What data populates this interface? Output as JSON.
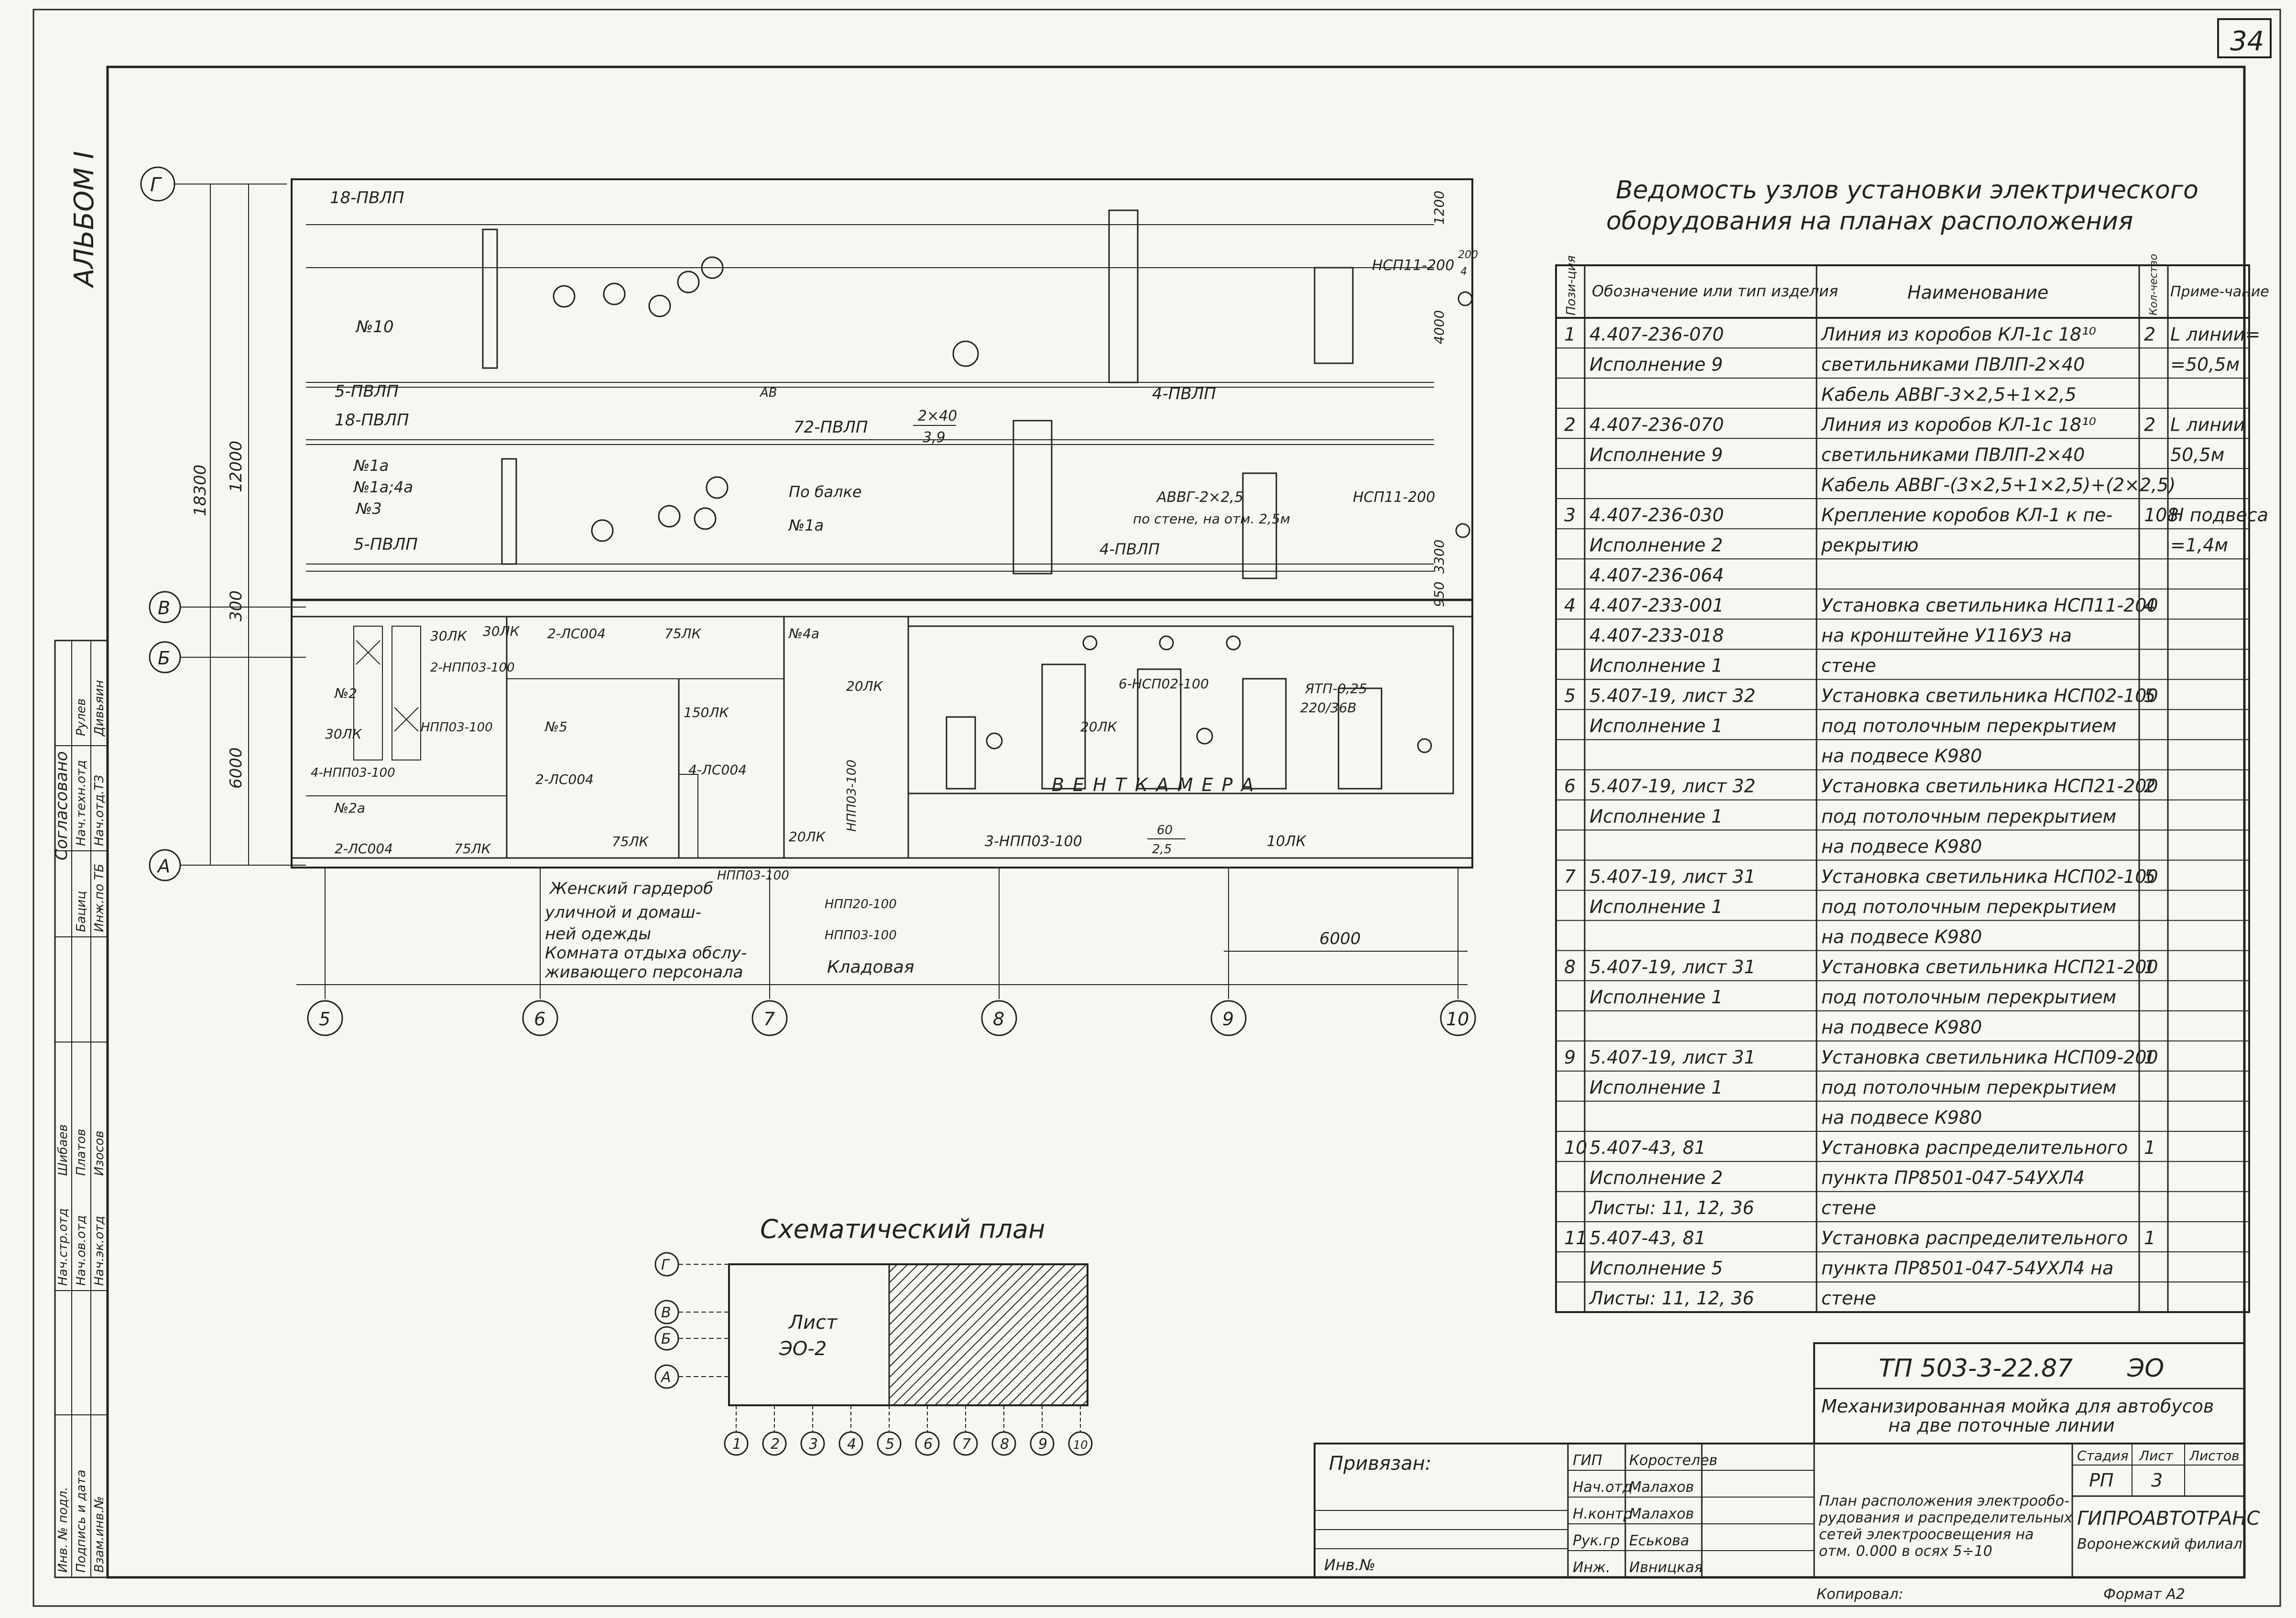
{
  "sheet_number": "34",
  "album_label": "АЛЬБОМ I",
  "statement": {
    "title_line1": "Ведомость узлов установки электрического",
    "title_line2": "оборудования на планах расположения",
    "headers": {
      "pos": "Пози-ция",
      "designation": "Обозначение или тип изделия",
      "name": "Наименование",
      "qty": "Кол-чество",
      "note": "Приме-чание"
    },
    "rows": [
      {
        "pos": "1",
        "des": "4.407-236-070",
        "name": "Линия из коробов КЛ-1с 18¹⁰",
        "qty": "2",
        "note": "L линии="
      },
      {
        "pos": "",
        "des": "Исполнение 9",
        "name": "светильниками ПВЛП-2×40",
        "qty": "",
        "note": "=50,5м"
      },
      {
        "pos": "",
        "des": "",
        "name": "Кабель АВВГ-3×2,5+1×2,5",
        "qty": "",
        "note": ""
      },
      {
        "pos": "2",
        "des": "4.407-236-070",
        "name": "Линия из коробов КЛ-1с 18¹⁰",
        "qty": "2",
        "note": "L линии"
      },
      {
        "pos": "",
        "des": "Исполнение 9",
        "name": "светильниками ПВЛП-2×40",
        "qty": "",
        "note": "50,5м"
      },
      {
        "pos": "",
        "des": "",
        "name": "Кабель АВВГ-(3×2,5+1×2,5)+(2×2,5)",
        "qty": "",
        "note": ""
      },
      {
        "pos": "3",
        "des": "4.407-236-030",
        "name": "Крепление коробов КЛ-1 к пе-",
        "qty": "108",
        "note": "H подвеса"
      },
      {
        "pos": "",
        "des": "Исполнение 2",
        "name": "рекрытию",
        "qty": "",
        "note": "=1,4м"
      },
      {
        "pos": "",
        "des": "4.407-236-064",
        "name": "",
        "qty": "",
        "note": ""
      },
      {
        "pos": "4",
        "des": "4.407-233-001",
        "name": "Установка светильника НСП11-200",
        "qty": "4",
        "note": ""
      },
      {
        "pos": "",
        "des": "4.407-233-018",
        "name": "на кронштейне У116УЗ на",
        "qty": "",
        "note": ""
      },
      {
        "pos": "",
        "des": "Исполнение 1",
        "name": "стене",
        "qty": "",
        "note": ""
      },
      {
        "pos": "5",
        "des": "5.407-19, лист 32",
        "name": "Установка светильника НСП02-100",
        "qty": "5",
        "note": ""
      },
      {
        "pos": "",
        "des": "Исполнение 1",
        "name": "под потолочным перекрытием",
        "qty": "",
        "note": ""
      },
      {
        "pos": "",
        "des": "",
        "name": "на подвесе К980",
        "qty": "",
        "note": ""
      },
      {
        "pos": "6",
        "des": "5.407-19, лист 32",
        "name": "Установка светильника НСП21-200",
        "qty": "2",
        "note": ""
      },
      {
        "pos": "",
        "des": "Исполнение 1",
        "name": "под потолочным перекрытием",
        "qty": "",
        "note": ""
      },
      {
        "pos": "",
        "des": "",
        "name": "на подвесе К980",
        "qty": "",
        "note": ""
      },
      {
        "pos": "7",
        "des": "5.407-19, лист 31",
        "name": "Установка светильника НСП02-100",
        "qty": "5",
        "note": ""
      },
      {
        "pos": "",
        "des": "Исполнение 1",
        "name": "под потолочным перекрытием",
        "qty": "",
        "note": ""
      },
      {
        "pos": "",
        "des": "",
        "name": "на подвесе К980",
        "qty": "",
        "note": ""
      },
      {
        "pos": "8",
        "des": "5.407-19, лист 31",
        "name": "Установка светильника НСП21-200",
        "qty": "1",
        "note": ""
      },
      {
        "pos": "",
        "des": "Исполнение 1",
        "name": "под потолочным перекрытием",
        "qty": "",
        "note": ""
      },
      {
        "pos": "",
        "des": "",
        "name": "на подвесе К980",
        "qty": "",
        "note": ""
      },
      {
        "pos": "9",
        "des": "5.407-19, лист 31",
        "name": "Установка светильника НСП09-200",
        "qty": "1",
        "note": ""
      },
      {
        "pos": "",
        "des": "Исполнение 1",
        "name": "под потолочным перекрытием",
        "qty": "",
        "note": ""
      },
      {
        "pos": "",
        "des": "",
        "name": "на подвесе К980",
        "qty": "",
        "note": ""
      },
      {
        "pos": "10",
        "des": "5.407-43, 81",
        "name": "Установка распределительного",
        "qty": "1",
        "note": ""
      },
      {
        "pos": "",
        "des": "Исполнение 2",
        "name": "пункта ПР8501-047-54УХЛ4",
        "qty": "",
        "note": ""
      },
      {
        "pos": "",
        "des": "Листы: 11, 12, 36",
        "name": "стене",
        "qty": "",
        "note": ""
      },
      {
        "pos": "11",
        "des": "5.407-43, 81",
        "name": "Установка распределительного",
        "qty": "1",
        "note": ""
      },
      {
        "pos": "",
        "des": "Исполнение 5",
        "name": "пункта ПР8501-047-54УХЛ4 на",
        "qty": "",
        "note": ""
      },
      {
        "pos": "",
        "des": "Листы: 11, 12, 36",
        "name": "стене",
        "qty": "",
        "note": ""
      }
    ]
  },
  "plan": {
    "axes_rows": [
      "Г",
      "В",
      "Б",
      "А"
    ],
    "axes_cols": [
      "5",
      "6",
      "7",
      "8",
      "9",
      "10"
    ],
    "dims": {
      "total": "18300",
      "upper": "12000",
      "mid": "300",
      "lower": "6000",
      "bay": "6000",
      "d1200": "1200",
      "d4000": "4000",
      "d3300": "3300",
      "d950": "950"
    },
    "labels": {
      "line18_top": "18-ПВЛП",
      "line18_mid": "18-ПВЛП",
      "line5_a": "5-ПВЛП",
      "line5_b": "5-ПВЛП",
      "line4_a": "4-ПВЛП",
      "line4_b": "4-ПВЛП",
      "line72": "72-ПВЛП",
      "line72_frac_top": "2×40",
      "line72_frac_bot": "3,9",
      "n10": "№10",
      "n1a": "№1а",
      "n1a4a": "№1а;4а",
      "n3": "№3",
      "n1a2": "№1а",
      "po_balke": "По балке",
      "avvg": "АВВГ-2×2,5",
      "po_stene": "по стене, на отм. 2,5м",
      "nsp11_top": "НСП11-200",
      "nsp11_mid": "НСП11-200",
      "frac_200": "200",
      "frac_4": "4",
      "ventkamera": "ВЕНТКАМЕРА",
      "nsp02": "6-НСП02-100",
      "yap": "ЯТП-0,25",
      "yap_v": "220/36В",
      "lk20a": "20ЛК",
      "lk10": "10ЛК",
      "nppo3_bot": "3-НПП03-100",
      "frac_60": "60",
      "frac_25": "2,5",
      "lk30_1": "30ЛК",
      "lk30_2": "30ЛК",
      "lk30_3": "30ЛК",
      "lk75_1": "75ЛК",
      "lk75_2": "75ЛК",
      "lk75_3": "75ЛК",
      "lk150": "150ЛК",
      "lk20b": "20ЛК",
      "lk20c": "20ЛК",
      "ls004_a": "2-ЛС004",
      "ls004_b": "2-ЛС004",
      "ls004_c": "2-ЛС004",
      "ls004_d": "4-ЛС004",
      "nppo_a": "2-НПП03-100",
      "nppo_b": "НПП03-100",
      "nppo_c": "4-НПП03-100",
      "nppo_d": "НПП03-100",
      "nppo_e": "НПП03-100",
      "nppo_f": "НПП03-100",
      "nppo_g": "НПП20-100",
      "n2": "№2",
      "n5": "№5",
      "n2a": "№2а",
      "n4a": "№4а",
      "ab": "АВ",
      "room1": "Женский гардероб",
      "room1b": "уличной и домаш-",
      "room1c": "ней одежды",
      "room2": "Комната отдыха обслу-",
      "room2b": "живающего персонала",
      "room3": "Кладовая"
    }
  },
  "schematic": {
    "title": "Схематический план",
    "sheet_label": "Лист",
    "sheet_ref": "ЭО-2",
    "rows": [
      "Г",
      "В",
      "Б",
      "А"
    ],
    "cols": [
      "1",
      "2",
      "3",
      "4",
      "5",
      "6",
      "7",
      "8",
      "9",
      "10"
    ]
  },
  "approvals": {
    "soglasovano": "Согласовано",
    "roles": [
      "Нач.техн.отд",
      "Нач.отд.ТЗ",
      "Инж.по ТБ"
    ],
    "names": [
      "Рулев",
      "Дивьяин",
      "Бациц"
    ],
    "roles2": [
      "Нач.стр.отд",
      "Нач.ов.отд",
      "Нач.эк.отд"
    ],
    "names2": [
      "Шибаев",
      "Платов",
      "Изосов"
    ],
    "inv": [
      "Инв. № подл.",
      "Подпись и дата",
      "Взам.инв.№"
    ]
  },
  "title_block": {
    "code": "ТП 503-3-22.87",
    "mark": "ЭО",
    "project_line1": "Механизированная мойка для автобусов",
    "project_line2": "на две поточные линии",
    "privyazan": "Привязан:",
    "inv_no": "Инв.№",
    "staff": [
      {
        "role": "ГИП",
        "name": "Коростелев"
      },
      {
        "role": "Нач.отд",
        "name": "Малахов"
      },
      {
        "role": "Н.контр",
        "name": "Малахов"
      },
      {
        "role": "Рук.гр",
        "name": "Еськова"
      },
      {
        "role": "Инж.",
        "name": "Ивницкая"
      }
    ],
    "sheet_desc": [
      "План расположения электрообо-",
      "рудования и распределительных",
      "сетей электроосвещения на",
      "отм. 0.000 в осях 5÷10"
    ],
    "stage_h": "Стадия",
    "sheet_h": "Лист",
    "sheets_h": "Листов",
    "stage": "РП",
    "sheet": "3",
    "org": "ГИПРОАВТОТРАНС",
    "branch": "Воронежский филиал",
    "copied": "Копировал:",
    "format": "Формат А2"
  }
}
